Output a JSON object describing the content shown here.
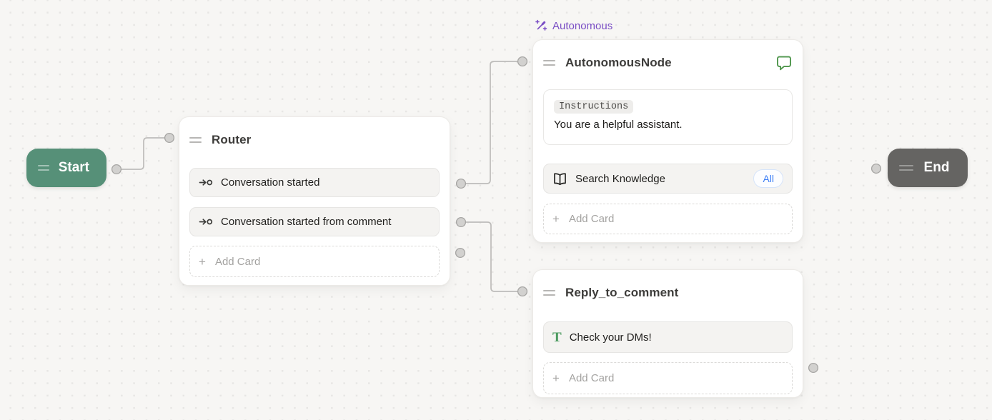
{
  "canvas": {
    "background_color": "#f7f6f4",
    "dot_color": "#e7e6e4"
  },
  "start": {
    "label": "Start",
    "color": "#569078"
  },
  "end": {
    "label": "End",
    "color": "#656462"
  },
  "router": {
    "title": "Router",
    "cards": [
      {
        "icon": "entry-point-icon",
        "label": "Conversation started"
      },
      {
        "icon": "entry-point-icon",
        "label": "Conversation started from comment"
      }
    ],
    "add_card": "Add Card"
  },
  "autonomous": {
    "tag": "Autonomous",
    "tag_color": "#7a4ec5",
    "tag_icon": "magic-wand-icon",
    "title": "AutonomousNode",
    "header_icon": "chat-bubble-icon",
    "instructions": {
      "label": "Instructions",
      "value": "You are a helpful assistant."
    },
    "search": {
      "icon": "open-book-icon",
      "label": "Search Knowledge",
      "badge": "All",
      "badge_color": "#3b7ef5"
    },
    "add_card": "Add Card"
  },
  "reply": {
    "title": "Reply_to_comment",
    "card": {
      "icon": "text-icon",
      "label": "Check your DMs!"
    },
    "add_card": "Add Card"
  }
}
